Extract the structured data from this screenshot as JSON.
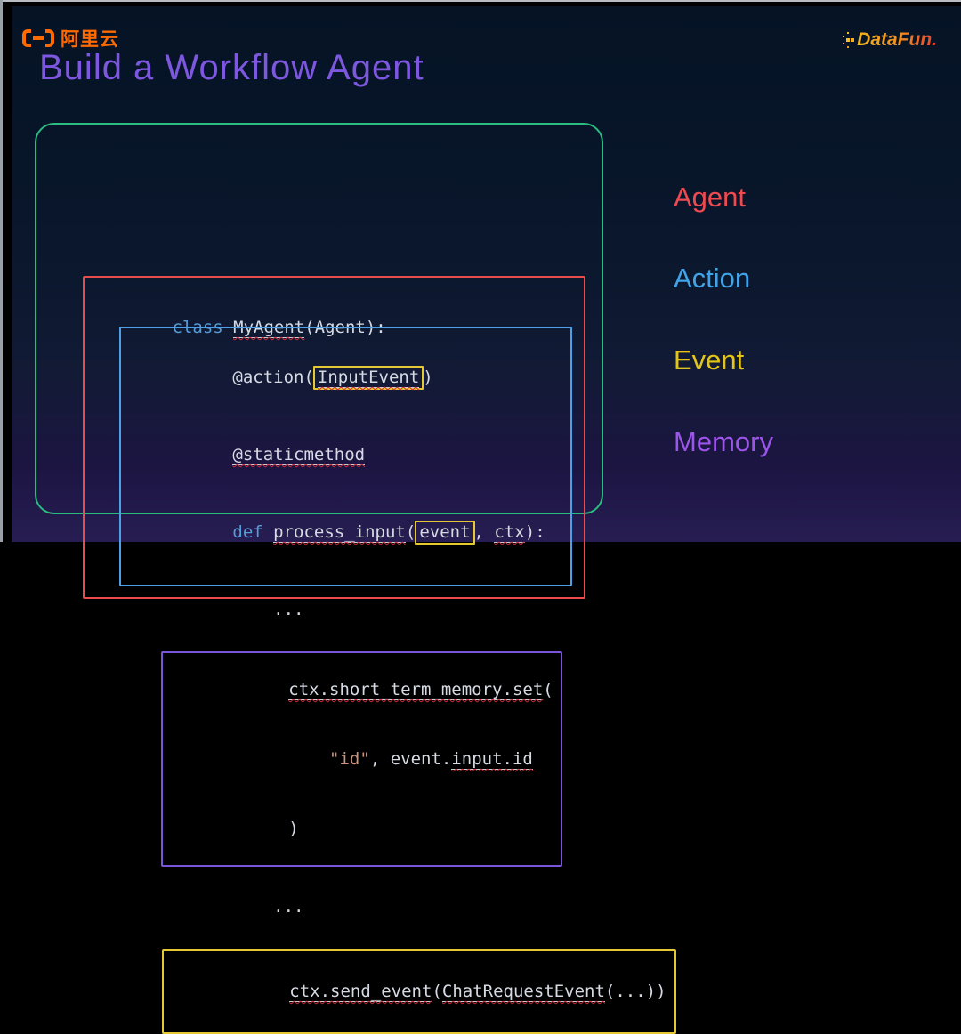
{
  "brand": {
    "alibaba_text": "阿里云",
    "datafun_text": "DataFun."
  },
  "title": "Build a Workflow Agent",
  "legend": [
    {
      "label": "Agent",
      "color": "#f04a50"
    },
    {
      "label": "Action",
      "color": "#41a4e8"
    },
    {
      "label": "Event",
      "color": "#e3c419"
    },
    {
      "label": "Memory",
      "color": "#9b55e8"
    }
  ],
  "code": {
    "class_line": [
      {
        "t": "class "
      },
      {
        "t": "MyAgent"
      },
      {
        "t": "(Agent):"
      }
    ],
    "action_line": [
      {
        "t": "@action("
      },
      {
        "t": "InputEvent"
      },
      {
        "t": ")"
      }
    ],
    "static_line": [
      {
        "t": "@staticmethod"
      }
    ],
    "def_line": [
      {
        "t": "def "
      },
      {
        "t": "process_input"
      },
      {
        "t": "("
      },
      {
        "t": "event"
      },
      {
        "t": ", "
      },
      {
        "t": "ctx"
      },
      {
        "t": "):"
      }
    ],
    "ellipsis1": [
      {
        "t": "    ..."
      }
    ],
    "memory_line1": [
      {
        "t": "ctx.short_term_memory.set"
      },
      {
        "t": "("
      }
    ],
    "memory_line2": [
      {
        "t": "    "
      },
      {
        "t": "\"id\""
      },
      {
        "t": ", event."
      },
      {
        "t": "input.id"
      }
    ],
    "memory_line3": [
      {
        "t": ")"
      }
    ],
    "ellipsis2": [
      {
        "t": "    ..."
      }
    ],
    "send_line": [
      {
        "t": "ctx.send_event"
      },
      {
        "t": "("
      },
      {
        "t": "ChatRequestEvent"
      },
      {
        "t": "(...))"
      }
    ]
  },
  "colors": {
    "title_purple": "#7e57e0",
    "brand_orange": "#ff6a00",
    "frame_green": "#2abd80",
    "agent_red": "#e84c4c",
    "action_blue": "#4da0e6",
    "event_yellow": "#e6c832",
    "memory_purple": "#7a55d9",
    "keyword_blue": "#569cd6",
    "string_orange": "#ce9178",
    "code_text": "#d6dae2",
    "squiggle_red": "#cc2936",
    "background_top": "#051325",
    "background_bottom": "#271d52"
  }
}
